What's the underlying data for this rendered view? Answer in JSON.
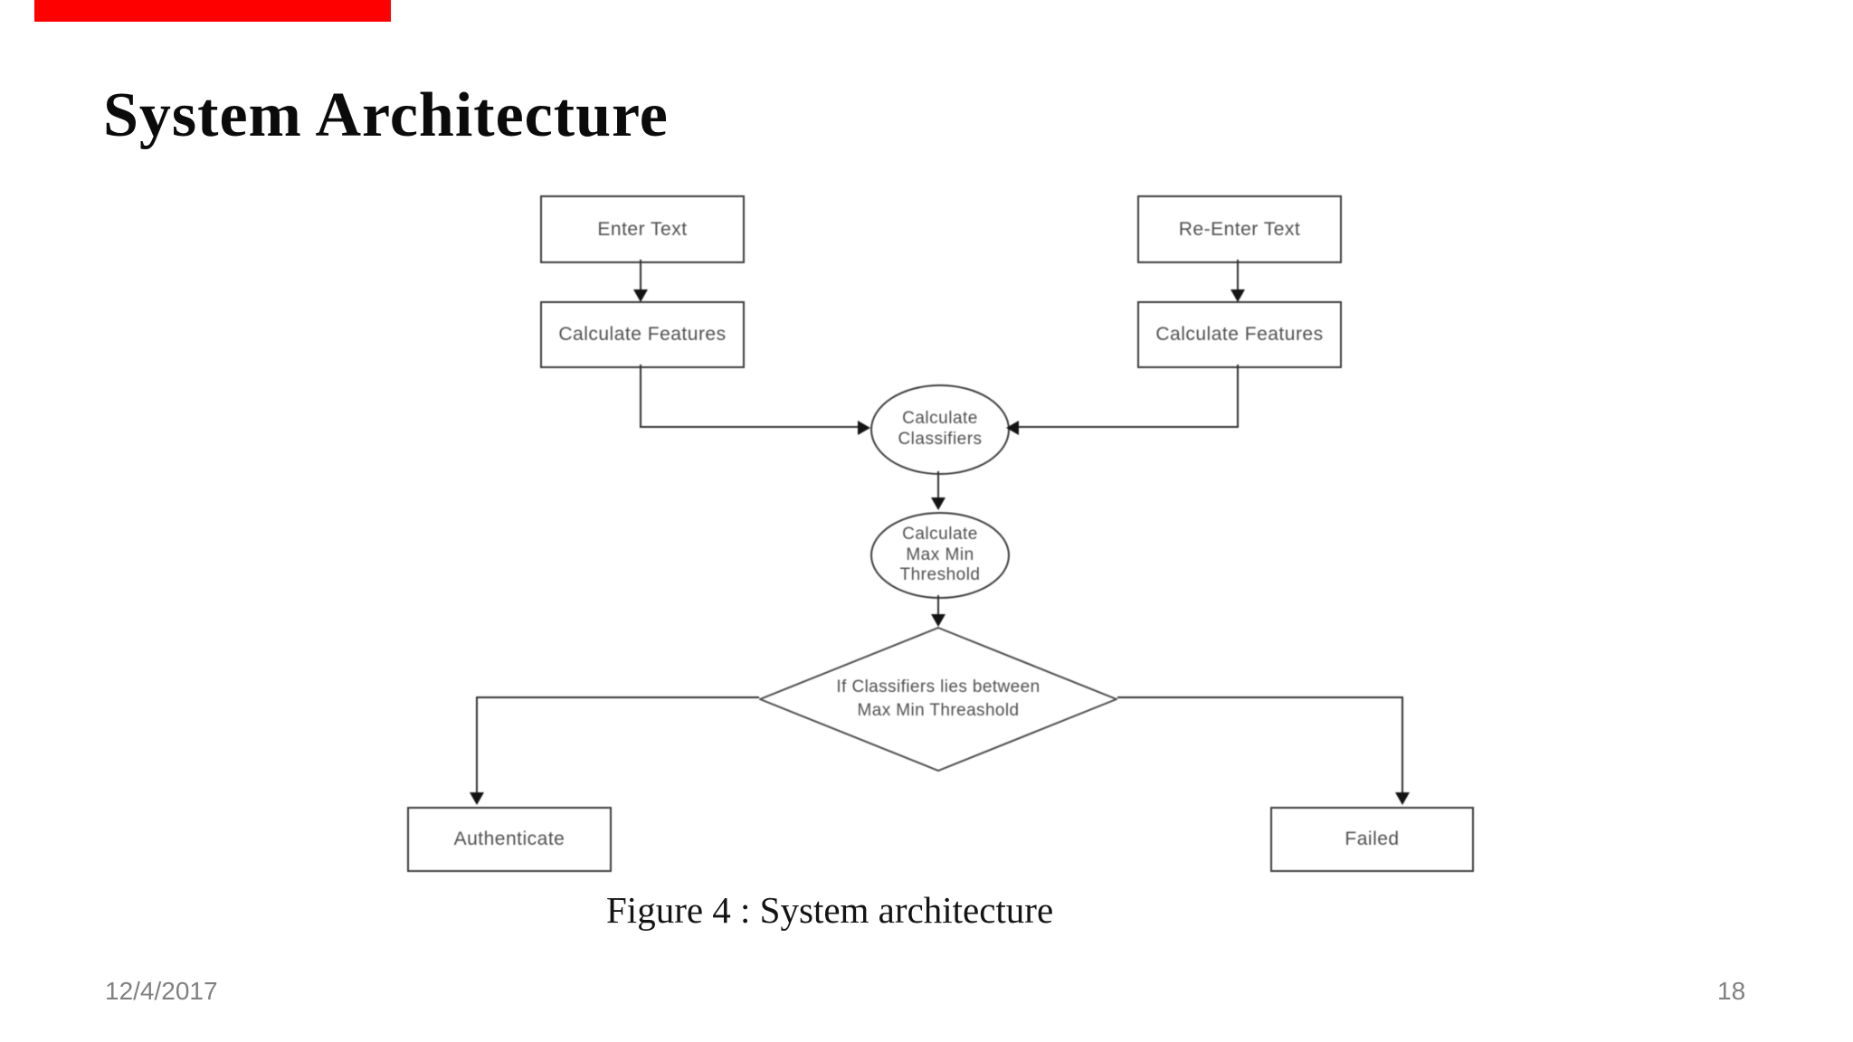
{
  "slide": {
    "title": "System Architecture",
    "caption": "Figure 4 : System architecture",
    "date": "12/4/2017",
    "page_number": "18",
    "colors": {
      "accent_red": "#fe0000",
      "diagram_ink": "#3c3c3c",
      "node_text": "#4f4f4f",
      "footer_gray": "#818181"
    }
  },
  "flowchart": {
    "enter_text": {
      "label": "Enter Text"
    },
    "re_enter_text": {
      "label": "Re-Enter Text"
    },
    "calc_features_left": {
      "label": "Calculate Features"
    },
    "calc_features_right": {
      "label": "Calculate Features"
    },
    "classifiers": {
      "line1": "Calculate",
      "line2": "Classifiers"
    },
    "max_min_threshold": {
      "line1": "Calculate",
      "line2": "Max Min",
      "line3": "Threshold"
    },
    "decision": {
      "line1": "If Classifiers lies between",
      "line2": "Max Min Threashold"
    },
    "authenticate": {
      "label": "Authenticate"
    },
    "failed": {
      "label": "Failed"
    }
  }
}
